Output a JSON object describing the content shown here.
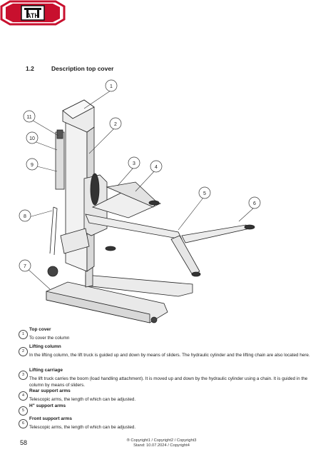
{
  "logo": {
    "text": "ATH",
    "accent": "#c8102e"
  },
  "section": {
    "number": "1.2",
    "title": "Description top cover"
  },
  "figure": {
    "callouts": [
      "1",
      "2",
      "3",
      "4",
      "5",
      "6",
      "7",
      "8",
      "9",
      "10",
      "11"
    ]
  },
  "legend": [
    {
      "number": "1",
      "term": "Top cover",
      "description": "To cover the column"
    },
    {
      "number": "2",
      "term": "Lifting column",
      "description": "In the lifting column, the lift truck is guided up and down by means of sliders. The hydraulic cylinder and the lifting chain are also located here."
    },
    {
      "number": "3",
      "term": "Lifting carriage",
      "description": "The lift truck carries the boom (load handling attachment). It is moved up and down by the hydraulic cylinder using a chain. It is guided in the column by means of sliders."
    },
    {
      "number": "4",
      "term": "Rear support arms",
      "description": "Telescopic arms, the length of which can be adjusted."
    },
    {
      "number": "5",
      "term": "H\" support arms",
      "description": ""
    },
    {
      "number": "6",
      "term": "Front support arms",
      "description": "Telescopic arms, the length of which can be adjusted."
    }
  ],
  "footer": {
    "page_number": "58",
    "copyright": "® Copyright1 / Copyright2 / Copyright3",
    "stand": "Stand: 10.07.2024 / Copyright4"
  }
}
